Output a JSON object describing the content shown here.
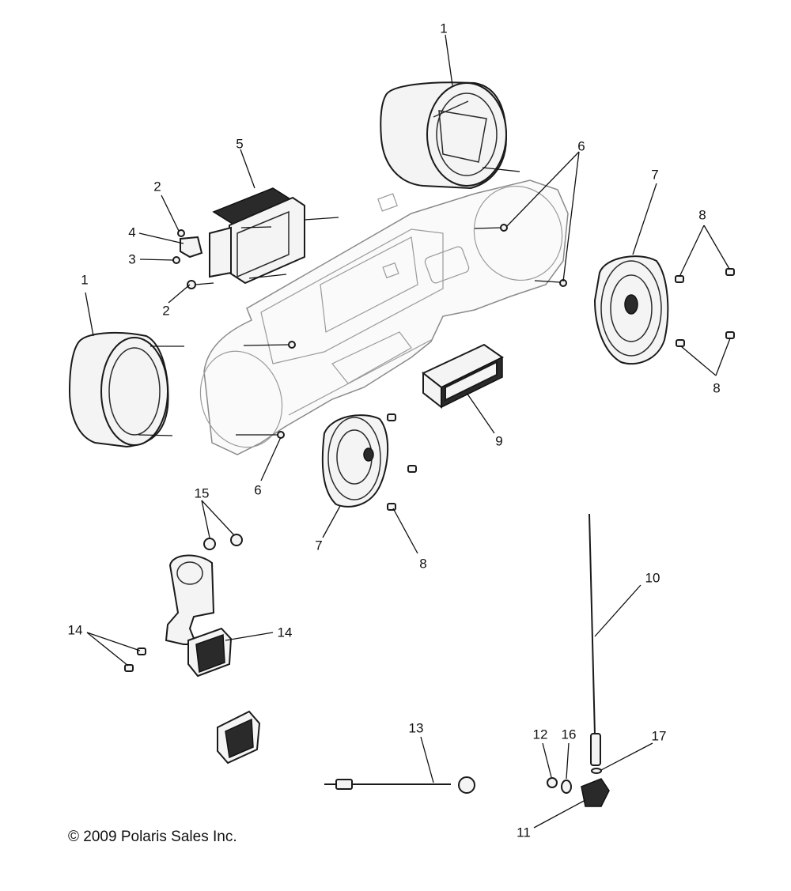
{
  "diagram": {
    "callouts": [
      "1",
      "1",
      "2",
      "2",
      "3",
      "4",
      "5",
      "6",
      "6",
      "7",
      "7",
      "8",
      "8",
      "8",
      "9",
      "10",
      "11",
      "12",
      "13",
      "14",
      "14",
      "15",
      "16",
      "17"
    ],
    "copyright": "© 2009 Polaris Sales Inc."
  }
}
